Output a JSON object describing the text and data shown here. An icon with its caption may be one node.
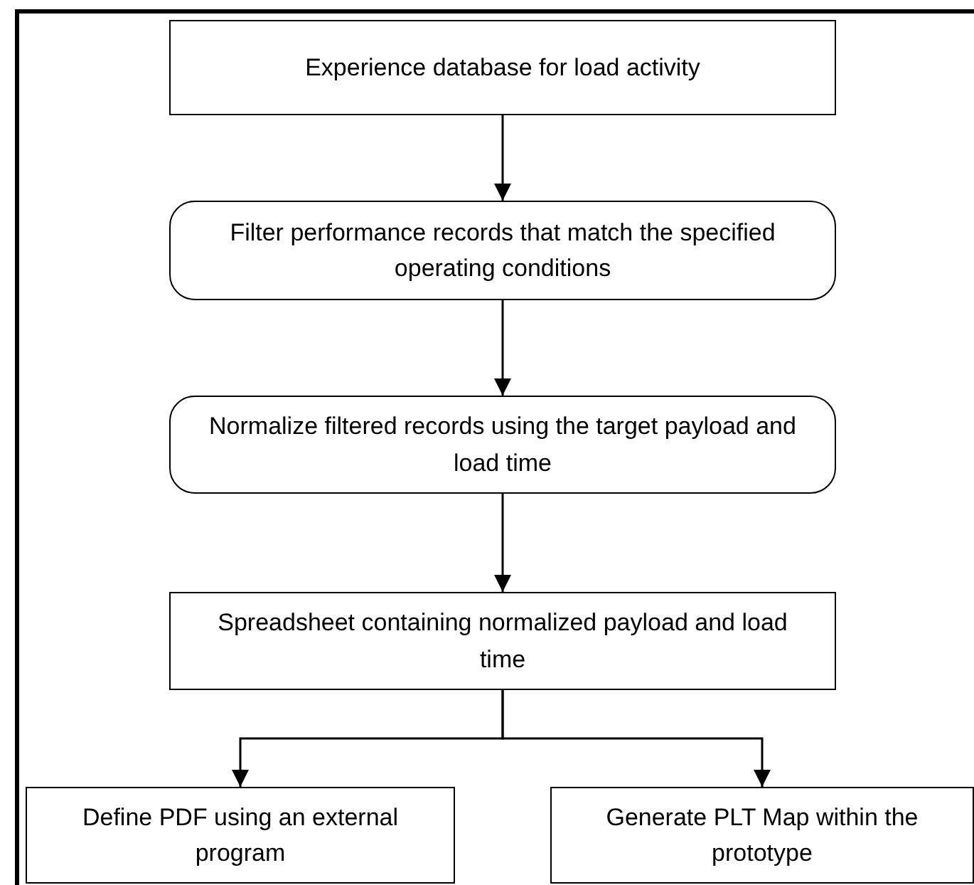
{
  "diagram": {
    "nodes": [
      {
        "text": [
          "Experience database for load activity"
        ]
      },
      {
        "text": [
          "Filter performance records that match the specified operating conditions"
        ]
      },
      {
        "text": [
          "Normalize filtered records using the target payload and load time"
        ]
      },
      {
        "text": [
          "Spreadsheet containing normalized payload and load time"
        ]
      },
      {
        "text": [
          "Define PDF using an external program"
        ]
      },
      {
        "text": [
          "Generate PLT Map within the prototype"
        ]
      }
    ],
    "edges": [
      {
        "from": 0,
        "to": 1,
        "arrow": "to"
      },
      {
        "from": 1,
        "to": 2,
        "arrow": "to"
      },
      {
        "from": 2,
        "to": 3,
        "arrow": "to"
      },
      {
        "from": 3,
        "to": 4,
        "arrow": "to"
      },
      {
        "from": 3,
        "to": 5,
        "arrow": "to"
      }
    ]
  }
}
